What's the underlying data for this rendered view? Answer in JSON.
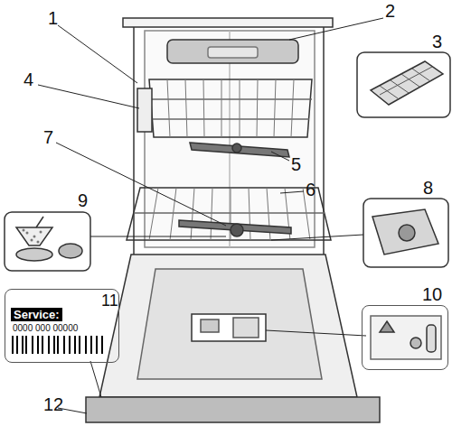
{
  "diagram": {
    "nodes": [
      {
        "text": [
          "11",
          "Service:",
          "0000 000 00000"
        ]
      },
      {
        "text": [
          "10"
        ]
      }
    ],
    "labels": [
      "1",
      "2",
      "3",
      "4",
      "5",
      "6",
      "7",
      "8",
      "9",
      "12"
    ]
  }
}
